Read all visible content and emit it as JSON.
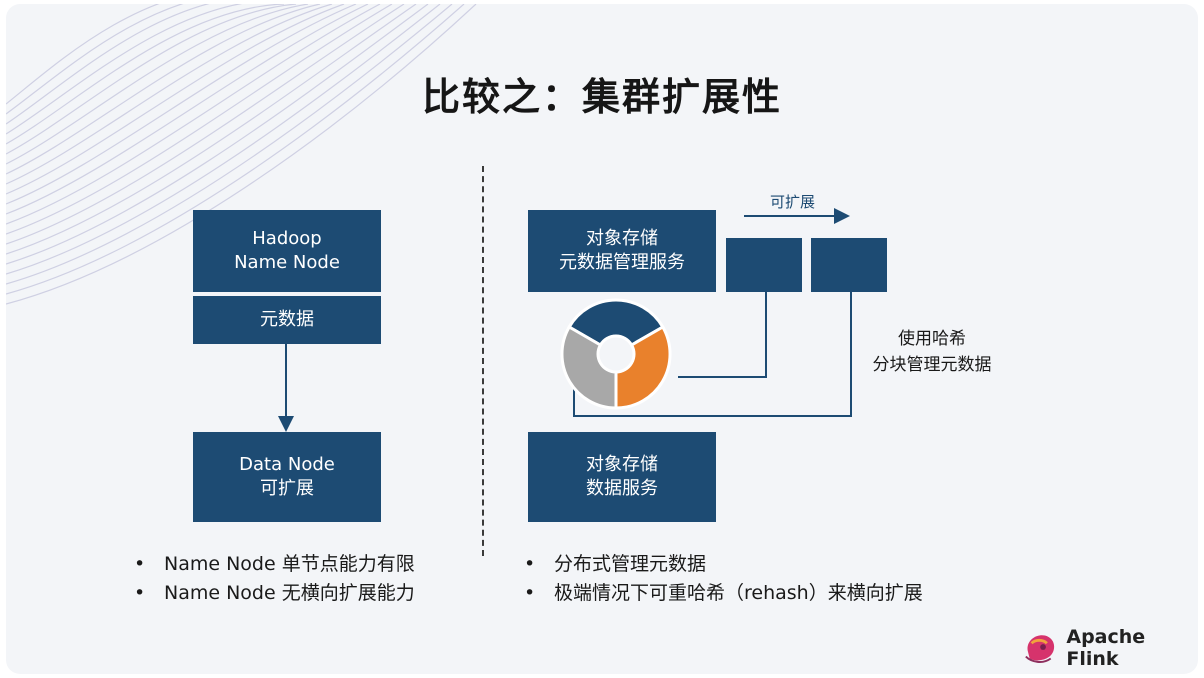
{
  "title": "比较之：集群扩展性",
  "left": {
    "namenode_box": [
      "Hadoop",
      "Name Node"
    ],
    "metadata_box": "元数据",
    "datanode_box": [
      "Data Node",
      "可扩展"
    ],
    "bullets": [
      "Name Node 单节点能力有限",
      "Name Node 无横向扩展能力"
    ]
  },
  "right": {
    "meta_service_box": [
      "对象存储",
      "元数据管理服务"
    ],
    "scale_label": "可扩展",
    "hash_label": [
      "使用哈希",
      "分块管理元数据"
    ],
    "data_service_box": [
      "对象存储",
      "数据服务"
    ],
    "bullets": [
      "分布式管理元数据",
      "极端情况下可重哈希（rehash）来横向扩展"
    ]
  },
  "brand": {
    "name": "Apache Flink"
  },
  "colors": {
    "box": "#1d4b73",
    "accent_orange": "#e9812c",
    "accent_gray": "#a8a8a8",
    "background": "#f3f5f8"
  }
}
